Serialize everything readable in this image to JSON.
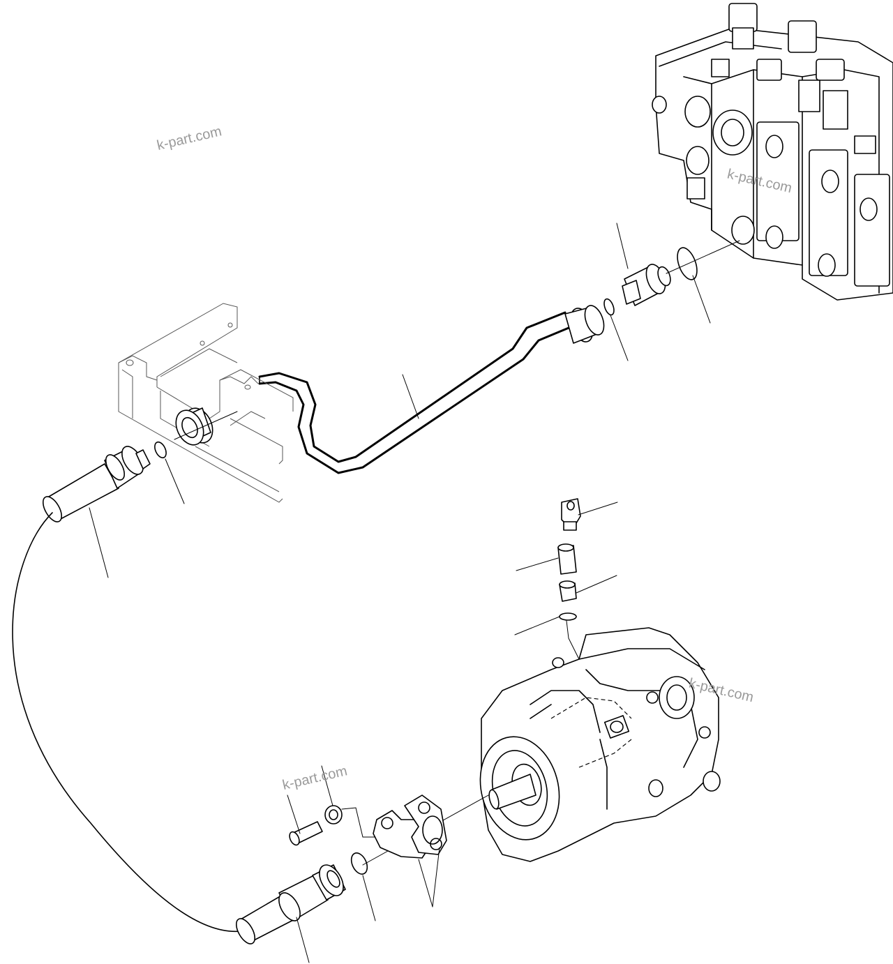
{
  "watermarks": [
    "k-part.com",
    "k-part.com",
    "k-part.com",
    "k-part.com"
  ],
  "colors": {
    "line": "#000000",
    "background": "#ffffff",
    "watermark": "#9a9a9a"
  }
}
